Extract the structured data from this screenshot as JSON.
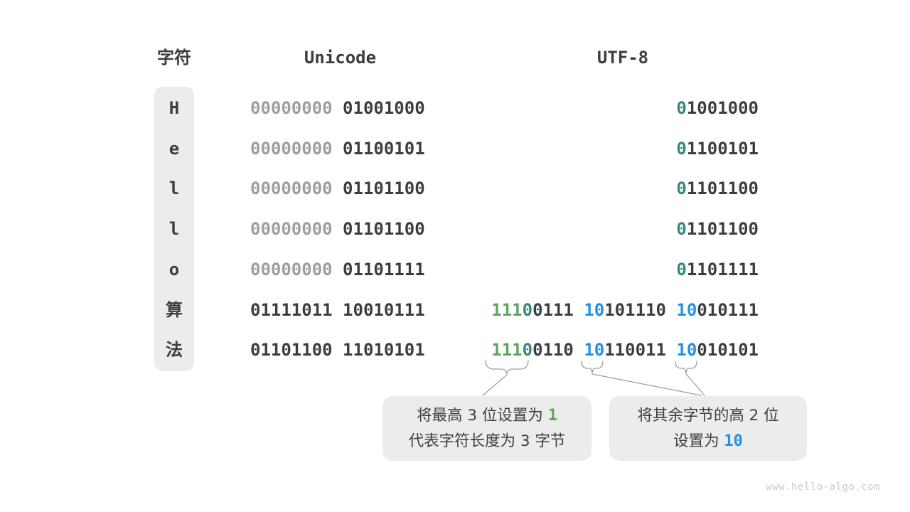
{
  "headers": {
    "character": "字符",
    "unicode": "Unicode",
    "utf8": "UTF-8"
  },
  "palette": {
    "dark": "#3b3e41",
    "gray": "#9e9e9e",
    "green": "#61a45c",
    "teal": "#35897e",
    "blue": "#2191ea",
    "box": "#ececec",
    "line": "#9f9f9f",
    "watermark": "#c9c9c9"
  },
  "rows": [
    {
      "char": "H",
      "unicode": [
        {
          "t": "00000000",
          "c": "gray"
        },
        {
          "t": "01001000",
          "c": "dark"
        }
      ],
      "utf8": [
        [
          {
            "t": "0",
            "c": "teal"
          },
          {
            "t": "1001000",
            "c": "dark"
          }
        ]
      ]
    },
    {
      "char": "e",
      "unicode": [
        {
          "t": "00000000",
          "c": "gray"
        },
        {
          "t": "01100101",
          "c": "dark"
        }
      ],
      "utf8": [
        [
          {
            "t": "0",
            "c": "teal"
          },
          {
            "t": "1100101",
            "c": "dark"
          }
        ]
      ]
    },
    {
      "char": "l",
      "unicode": [
        {
          "t": "00000000",
          "c": "gray"
        },
        {
          "t": "01101100",
          "c": "dark"
        }
      ],
      "utf8": [
        [
          {
            "t": "0",
            "c": "teal"
          },
          {
            "t": "1101100",
            "c": "dark"
          }
        ]
      ]
    },
    {
      "char": "l",
      "unicode": [
        {
          "t": "00000000",
          "c": "gray"
        },
        {
          "t": "01101100",
          "c": "dark"
        }
      ],
      "utf8": [
        [
          {
            "t": "0",
            "c": "teal"
          },
          {
            "t": "1101100",
            "c": "dark"
          }
        ]
      ]
    },
    {
      "char": "o",
      "unicode": [
        {
          "t": "00000000",
          "c": "gray"
        },
        {
          "t": "01101111",
          "c": "dark"
        }
      ],
      "utf8": [
        [
          {
            "t": "0",
            "c": "teal"
          },
          {
            "t": "1101111",
            "c": "dark"
          }
        ]
      ]
    },
    {
      "char": "算",
      "unicode": [
        {
          "t": "01111011",
          "c": "dark"
        },
        {
          "t": "10010111",
          "c": "dark"
        }
      ],
      "utf8": [
        [
          {
            "t": "111",
            "c": "green"
          },
          {
            "t": "0",
            "c": "teal"
          },
          {
            "t": "0111",
            "c": "dark"
          }
        ],
        [
          {
            "t": "10",
            "c": "blue"
          },
          {
            "t": "101110",
            "c": "dark"
          }
        ],
        [
          {
            "t": "10",
            "c": "blue"
          },
          {
            "t": "010111",
            "c": "dark"
          }
        ]
      ]
    },
    {
      "char": "法",
      "unicode": [
        {
          "t": "01101100",
          "c": "dark"
        },
        {
          "t": "11010101",
          "c": "dark"
        }
      ],
      "utf8": [
        [
          {
            "t": "111",
            "c": "green"
          },
          {
            "t": "0",
            "c": "teal"
          },
          {
            "t": "0110",
            "c": "dark"
          }
        ],
        [
          {
            "t": "10",
            "c": "blue"
          },
          {
            "t": "110011",
            "c": "dark"
          }
        ],
        [
          {
            "t": "10",
            "c": "blue"
          },
          {
            "t": "010101",
            "c": "dark"
          }
        ]
      ]
    }
  ],
  "callouts": {
    "left": {
      "line1_text": "将最高 3 位设置为 ",
      "line1_num": "1",
      "line2": "代表字符长度为 3 字节"
    },
    "right": {
      "line1": "将其余字节的高 2 位",
      "line2_text": "设置为 ",
      "line2_num": "10"
    }
  },
  "watermark": "www.hello-algo.com"
}
